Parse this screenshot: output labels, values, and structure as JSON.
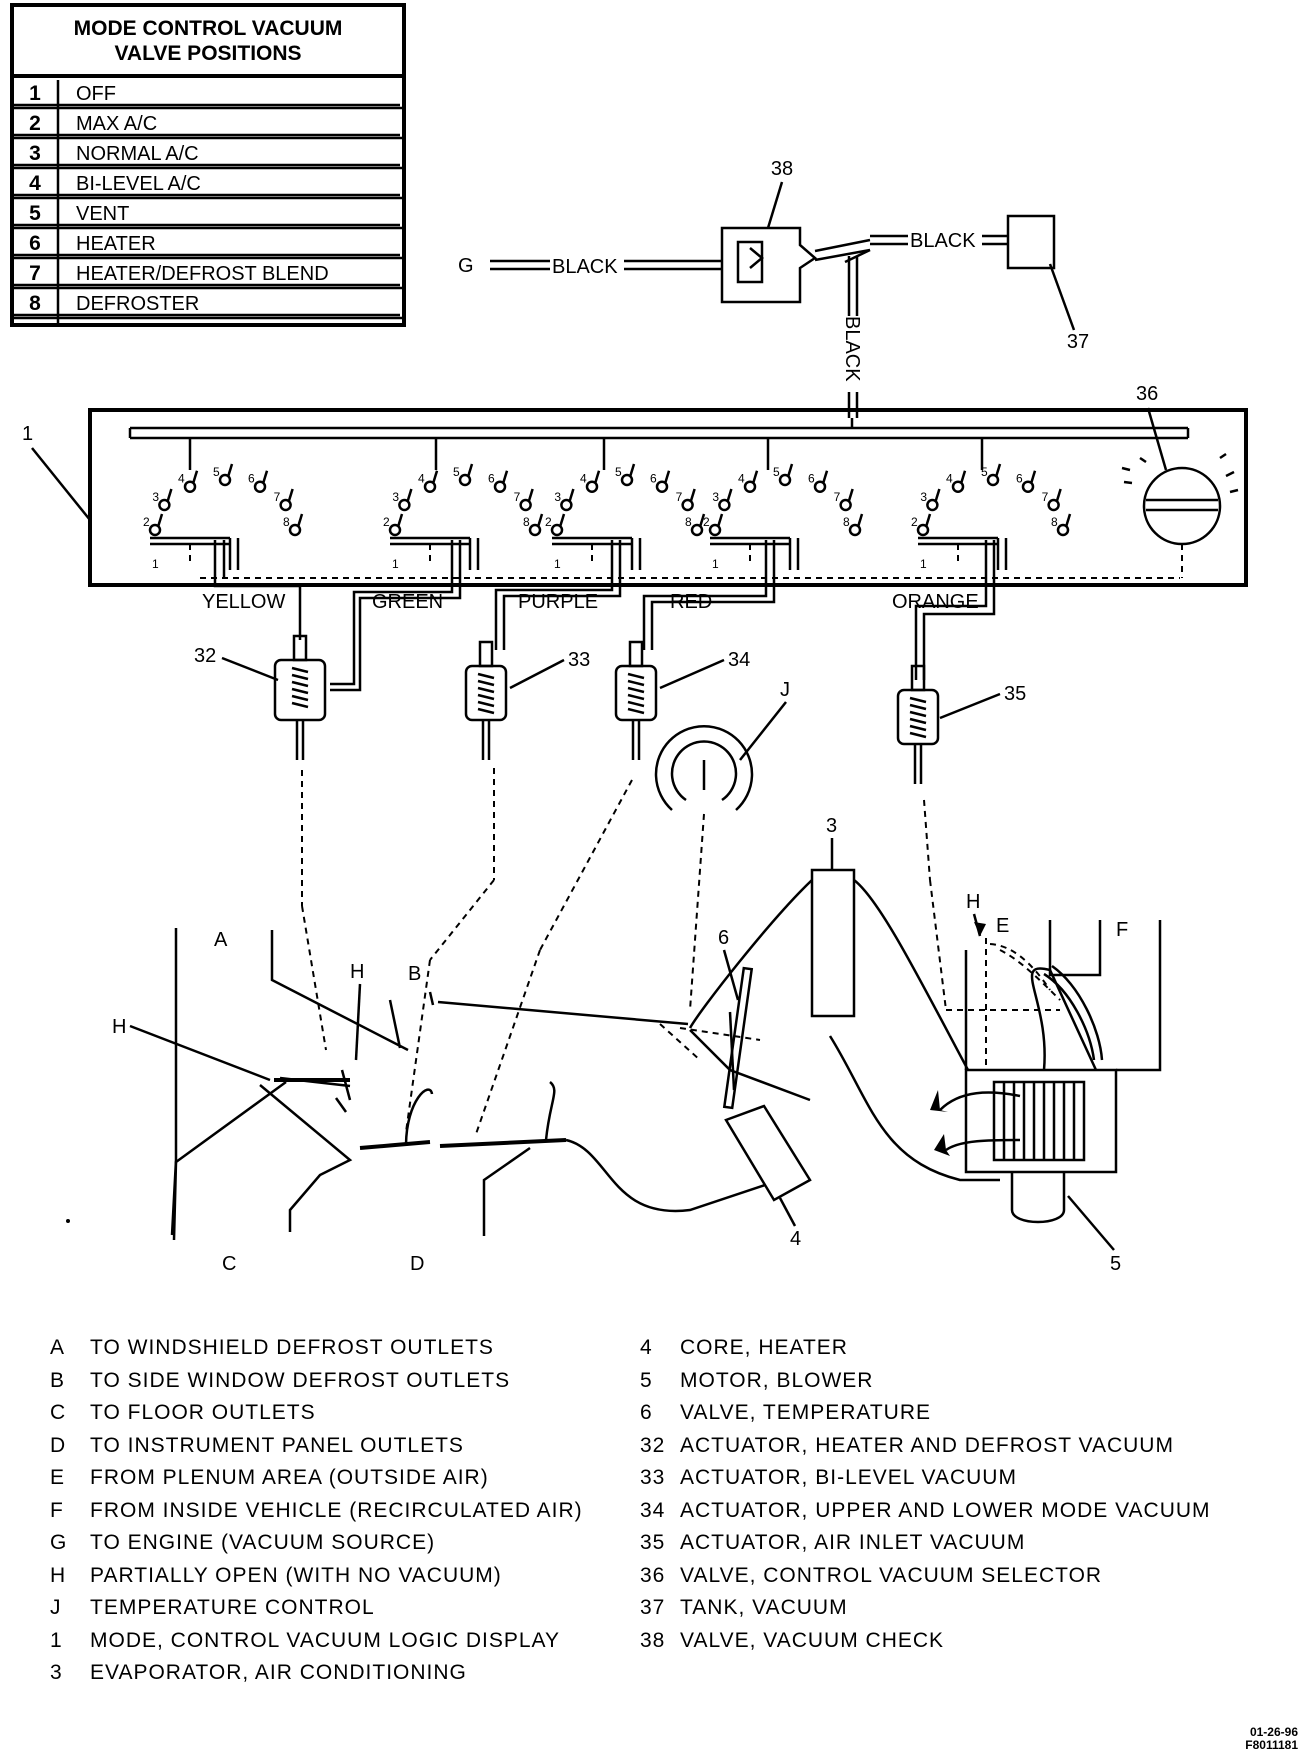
{
  "table": {
    "title_line1": "MODE CONTROL VACUUM",
    "title_line2": "VALVE POSITIONS",
    "rows": [
      {
        "num": "1",
        "label": "OFF"
      },
      {
        "num": "2",
        "label": "MAX A/C"
      },
      {
        "num": "3",
        "label": "NORMAL A/C"
      },
      {
        "num": "4",
        "label": "BI-LEVEL A/C"
      },
      {
        "num": "5",
        "label": "VENT"
      },
      {
        "num": "6",
        "label": "HEATER"
      },
      {
        "num": "7",
        "label": "HEATER/DEFROST BLEND"
      },
      {
        "num": "8",
        "label": "DEFROSTER"
      }
    ]
  },
  "hose_labels": {
    "black_g": "BLACK",
    "black_tank": "BLACK",
    "black_vertical": "BLACK",
    "yellow": "YELLOW",
    "green": "GREEN",
    "purple": "PURPLE",
    "red": "RED",
    "orange": "ORANGE"
  },
  "callouts": {
    "c1": "1",
    "c3": "3",
    "c4": "4",
    "c5": "5",
    "c6": "6",
    "c32": "32",
    "c33": "33",
    "c34": "34",
    "c35": "35",
    "c36": "36",
    "c37": "37",
    "c38": "38",
    "A": "A",
    "B": "B",
    "C": "C",
    "D": "D",
    "E": "E",
    "F": "F",
    "G": "G",
    "H1": "H",
    "H2": "H",
    "H3": "H",
    "J": "J"
  },
  "legend_left": [
    {
      "key": "A",
      "text": "TO WINDSHIELD DEFROST OUTLETS"
    },
    {
      "key": "B",
      "text": "TO SIDE WINDOW DEFROST OUTLETS"
    },
    {
      "key": "C",
      "text": "TO FLOOR OUTLETS"
    },
    {
      "key": "D",
      "text": "TO INSTRUMENT PANEL OUTLETS"
    },
    {
      "key": "E",
      "text": "FROM PLENUM AREA (OUTSIDE AIR)"
    },
    {
      "key": "F",
      "text": "FROM INSIDE VEHICLE (RECIRCULATED AIR)"
    },
    {
      "key": "G",
      "text": "TO ENGINE (VACUUM SOURCE)"
    },
    {
      "key": "H",
      "text": "PARTIALLY OPEN (WITH NO VACUUM)"
    },
    {
      "key": "J",
      "text": "TEMPERATURE CONTROL"
    },
    {
      "key": "1",
      "text": "MODE, CONTROL VACUUM LOGIC DISPLAY"
    },
    {
      "key": "3",
      "text": "EVAPORATOR, AIR CONDITIONING"
    }
  ],
  "legend_right": [
    {
      "key": "4",
      "text": "CORE, HEATER"
    },
    {
      "key": "5",
      "text": "MOTOR, BLOWER"
    },
    {
      "key": "6",
      "text": "VALVE, TEMPERATURE"
    },
    {
      "key": "32",
      "text": "ACTUATOR, HEATER AND DEFROST VACUUM"
    },
    {
      "key": "33",
      "text": "ACTUATOR, BI-LEVEL VACUUM"
    },
    {
      "key": "34",
      "text": "ACTUATOR, UPPER AND LOWER MODE VACUUM"
    },
    {
      "key": "35",
      "text": "ACTUATOR, AIR INLET VACUUM"
    },
    {
      "key": "36",
      "text": "VALVE, CONTROL VACUUM SELECTOR"
    },
    {
      "key": "37",
      "text": "TANK, VACUUM"
    },
    {
      "key": "38",
      "text": "VALVE, VACUUM CHECK"
    }
  ],
  "figure_id": {
    "line1": "01-26-96",
    "line2": "F8011181"
  }
}
